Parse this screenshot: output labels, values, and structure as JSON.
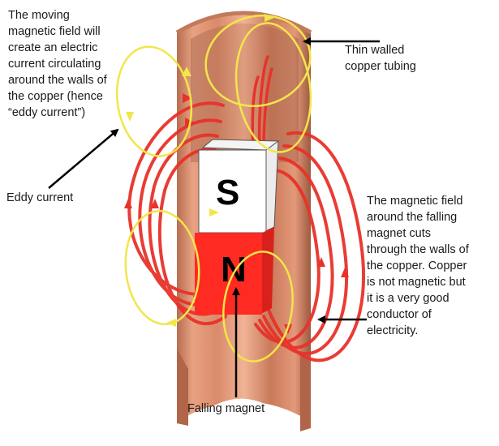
{
  "labels": {
    "eddy_explanation": [
      "The moving",
      "magnetic field will",
      "create an electric",
      "current circulating",
      "around the walls of",
      "the copper (hence",
      "“eddy current”)"
    ],
    "tubing": [
      "Thin walled",
      "copper tubing"
    ],
    "eddy_current": "Eddy current",
    "field_explanation": [
      "The magnetic field",
      "around the falling",
      "magnet cuts",
      "through the walls of",
      "the copper. Copper",
      "is not magnetic but",
      "it is a very good",
      "conductor of",
      "electricity."
    ],
    "falling_magnet": "Falling magnet"
  },
  "magnet": {
    "south_pole": "S",
    "north_pole": "N"
  },
  "colors": {
    "copper": "#d98b6a",
    "copper_dark": "#a8634a",
    "copper_light": "#f0b396",
    "field_line": "#e8322a",
    "eddy_loop": "#f2e64a",
    "north": "#ff2a22",
    "south": "#ffffff",
    "arrow": "#000000"
  }
}
